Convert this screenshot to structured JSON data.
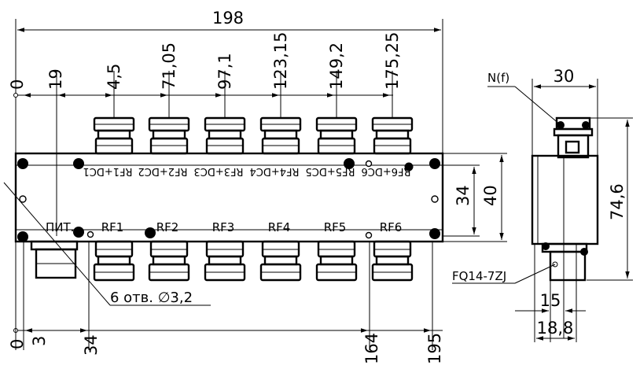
{
  "overall_width": "198",
  "top_dims": [
    "0",
    "19",
    "4,5",
    "71,05",
    "97,1",
    "123,15",
    "149,2",
    "175,25"
  ],
  "bottom_dims": [
    "0",
    "3",
    "34",
    "164",
    "195"
  ],
  "height_inner": "34",
  "height_outer": "40",
  "side_width": "30",
  "side_height": "74,6",
  "side_dim_15": "15",
  "side_dim_18": "18,8",
  "labels": {
    "nf": "N(f)",
    "fq": "FQ14-7ZJ",
    "holes": "6 отв. ∅3,2",
    "pit": "ПИТ."
  },
  "rf_labels": [
    "RF1",
    "RF2",
    "RF3",
    "RF4",
    "RF5",
    "RF6"
  ],
  "rfdc_labels": [
    "RF1+DC1",
    "RF2+DC2",
    "RF3+DC3",
    "RF4+DC4",
    "RF5+DC5",
    "RF6+DC6"
  ]
}
